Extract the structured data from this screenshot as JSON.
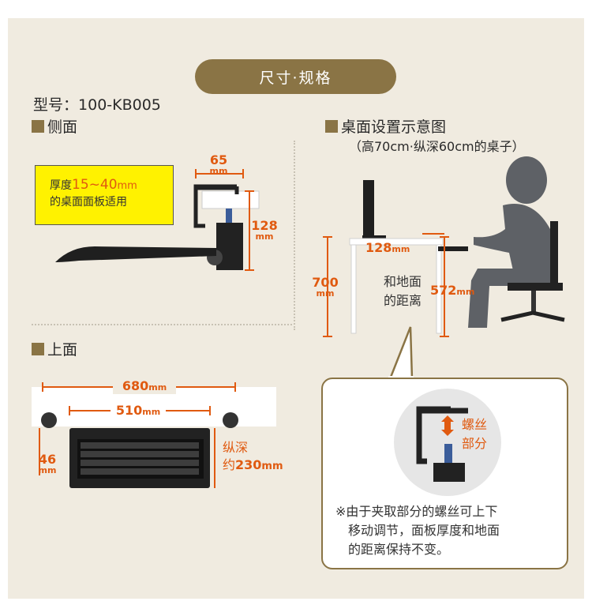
{
  "title": "尺寸·规格",
  "model_label": "型号：",
  "model_value": "100-KB005",
  "side_view": {
    "heading": "侧面",
    "callout_prefix": "厚度",
    "callout_range": "15~40",
    "callout_unit": "mm",
    "callout_line2": "的桌面面板适用",
    "dim_width": "65",
    "dim_height": "128",
    "unit": "mm"
  },
  "desk_setup": {
    "heading": "桌面设置示意图",
    "subheading": "（高70cm·纵深60cm的桌子）",
    "dim_clamp": "128",
    "dim_desk_height": "700",
    "floor_label_1": "和地面",
    "floor_label_2": "的距离",
    "dim_floor": "572",
    "unit": "mm"
  },
  "top_view": {
    "heading": "上面",
    "dim_total": "680",
    "dim_inner": "510",
    "dim_side": "46",
    "depth_label": "纵深",
    "depth_prefix": "约",
    "depth_value": "230",
    "unit": "mm"
  },
  "note": {
    "screw_label_1": "螺丝",
    "screw_label_2": "部分",
    "lines": [
      "※由于夹取部分的螺丝可上下",
      "移动调节，面板厚度和地面",
      "的距离保持不变。"
    ]
  },
  "colors": {
    "accent_brown": "#8a7445",
    "dimension_orange": "#e05a10",
    "callout_yellow": "#fff200",
    "panel_bg": "#f0ebe0"
  }
}
